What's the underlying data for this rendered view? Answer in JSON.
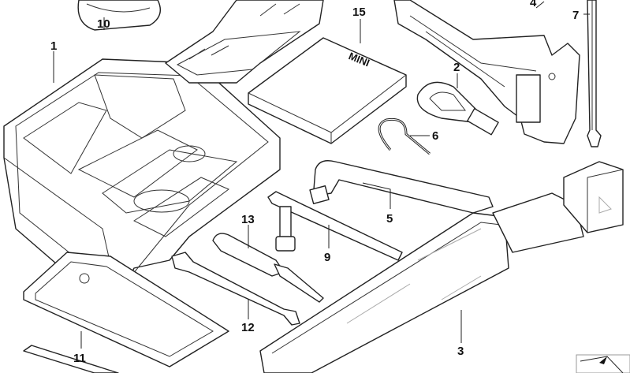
{
  "diagram": {
    "title": "Tool kit parts diagram",
    "box_logo": "MINI",
    "callouts": [
      {
        "id": "10",
        "label": "10"
      },
      {
        "id": "1",
        "label": "1"
      },
      {
        "id": "15",
        "label": "15"
      },
      {
        "id": "4",
        "label": "4"
      },
      {
        "id": "7",
        "label": "7"
      },
      {
        "id": "2",
        "label": "2"
      },
      {
        "id": "6",
        "label": "6"
      },
      {
        "id": "5",
        "label": "5"
      },
      {
        "id": "13",
        "label": "13"
      },
      {
        "id": "9",
        "label": "9"
      },
      {
        "id": "12",
        "label": "12"
      },
      {
        "id": "11",
        "label": "11"
      },
      {
        "id": "3",
        "label": "3"
      }
    ]
  }
}
